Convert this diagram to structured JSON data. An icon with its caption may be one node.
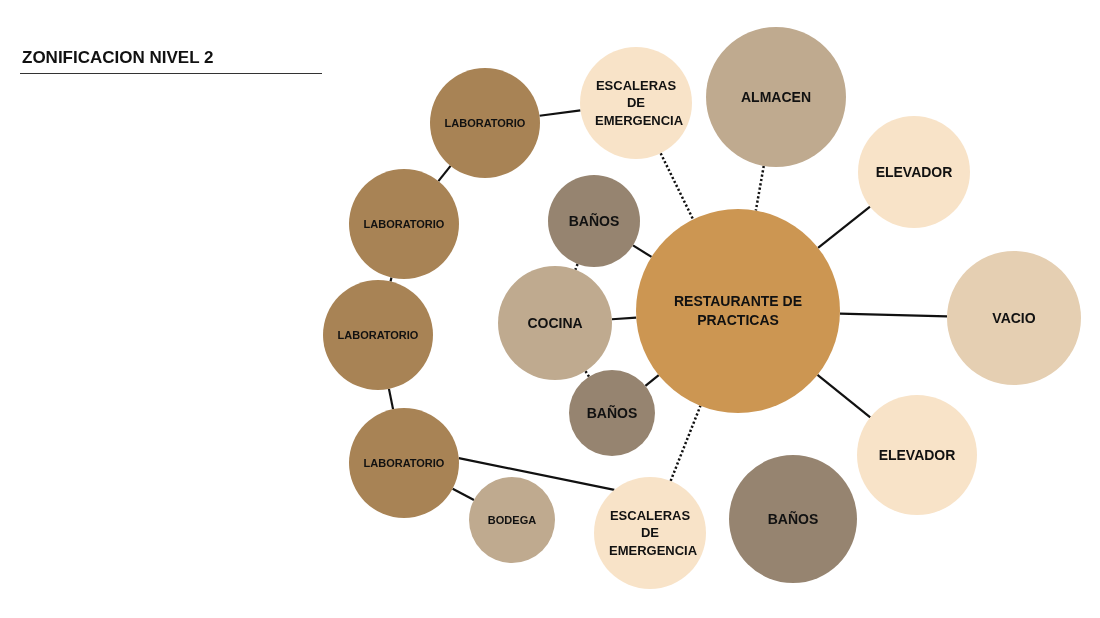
{
  "diagram": {
    "title": "ZONIFICACION NIVEL 2",
    "nodes": [
      {
        "text": [
          "RESTAURANTE DE PRACTICAS"
        ]
      },
      {
        "text": [
          "LABORATORIO"
        ]
      },
      {
        "text": [
          "LABORATORIO"
        ]
      },
      {
        "text": [
          "LABORATORIO"
        ]
      },
      {
        "text": [
          "LABORATORIO"
        ]
      },
      {
        "text": [
          "ESCALERAS DE EMERGENCIA"
        ]
      },
      {
        "text": [
          "ALMACEN"
        ]
      },
      {
        "text": [
          "ELEVADOR"
        ]
      },
      {
        "text": [
          "BAÑOS"
        ]
      },
      {
        "text": [
          "COCINA"
        ]
      },
      {
        "text": [
          "VACIO"
        ]
      },
      {
        "text": [
          "BAÑOS"
        ]
      },
      {
        "text": [
          "ELEVADOR"
        ]
      },
      {
        "text": [
          "BODEGA"
        ]
      },
      {
        "text": [
          "ESCALERAS DE EMERGENCIA"
        ]
      },
      {
        "text": [
          "BAÑOS"
        ]
      }
    ],
    "edges": [
      {
        "from": 1,
        "to": 5,
        "arrow": "none"
      },
      {
        "from": 5,
        "to": 0,
        "arrow": "none",
        "style": "dashed"
      },
      {
        "from": 6,
        "to": 0,
        "arrow": "none",
        "style": "dashed"
      },
      {
        "from": 7,
        "to": 0,
        "arrow": "none"
      },
      {
        "from": 10,
        "to": 0,
        "arrow": "none"
      },
      {
        "from": 12,
        "to": 0,
        "arrow": "none"
      },
      {
        "from": 14,
        "to": 0,
        "arrow": "none",
        "style": "dashed"
      },
      {
        "from": 8,
        "to": 0,
        "arrow": "none"
      },
      {
        "from": 9,
        "to": 0,
        "arrow": "none"
      },
      {
        "from": 11,
        "to": 0,
        "arrow": "none"
      },
      {
        "from": 8,
        "to": 9,
        "arrow": "none",
        "style": "dashed"
      },
      {
        "from": 9,
        "to": 11,
        "arrow": "none",
        "style": "dashed"
      },
      {
        "from": 1,
        "to": 2,
        "arrow": "none"
      },
      {
        "from": 2,
        "to": 3,
        "arrow": "none"
      },
      {
        "from": 3,
        "to": 4,
        "arrow": "none"
      },
      {
        "from": 4,
        "to": 14,
        "arrow": "none"
      },
      {
        "from": 4,
        "to": 13,
        "arrow": "none"
      }
    ]
  }
}
